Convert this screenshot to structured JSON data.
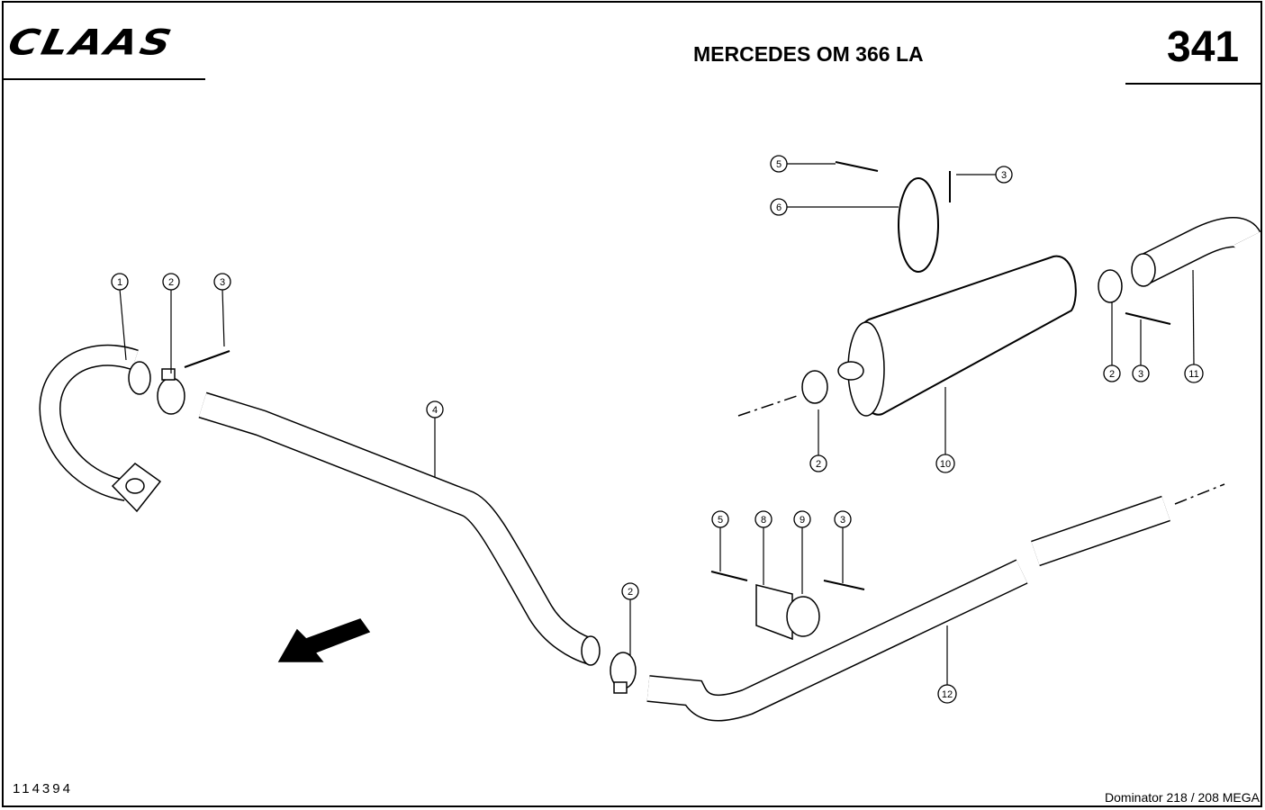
{
  "header": {
    "logo": "CLAAS",
    "title": "MERCEDES OM 366 LA",
    "page_number": "341"
  },
  "footer": {
    "figure_number": "114394",
    "model": "Dominator 218 / 208 MEGA"
  },
  "callouts": [
    "1",
    "2",
    "3",
    "4",
    "5",
    "6",
    "3",
    "2",
    "3",
    "11",
    "2",
    "10",
    "5",
    "8",
    "9",
    "3",
    "2",
    "12"
  ]
}
